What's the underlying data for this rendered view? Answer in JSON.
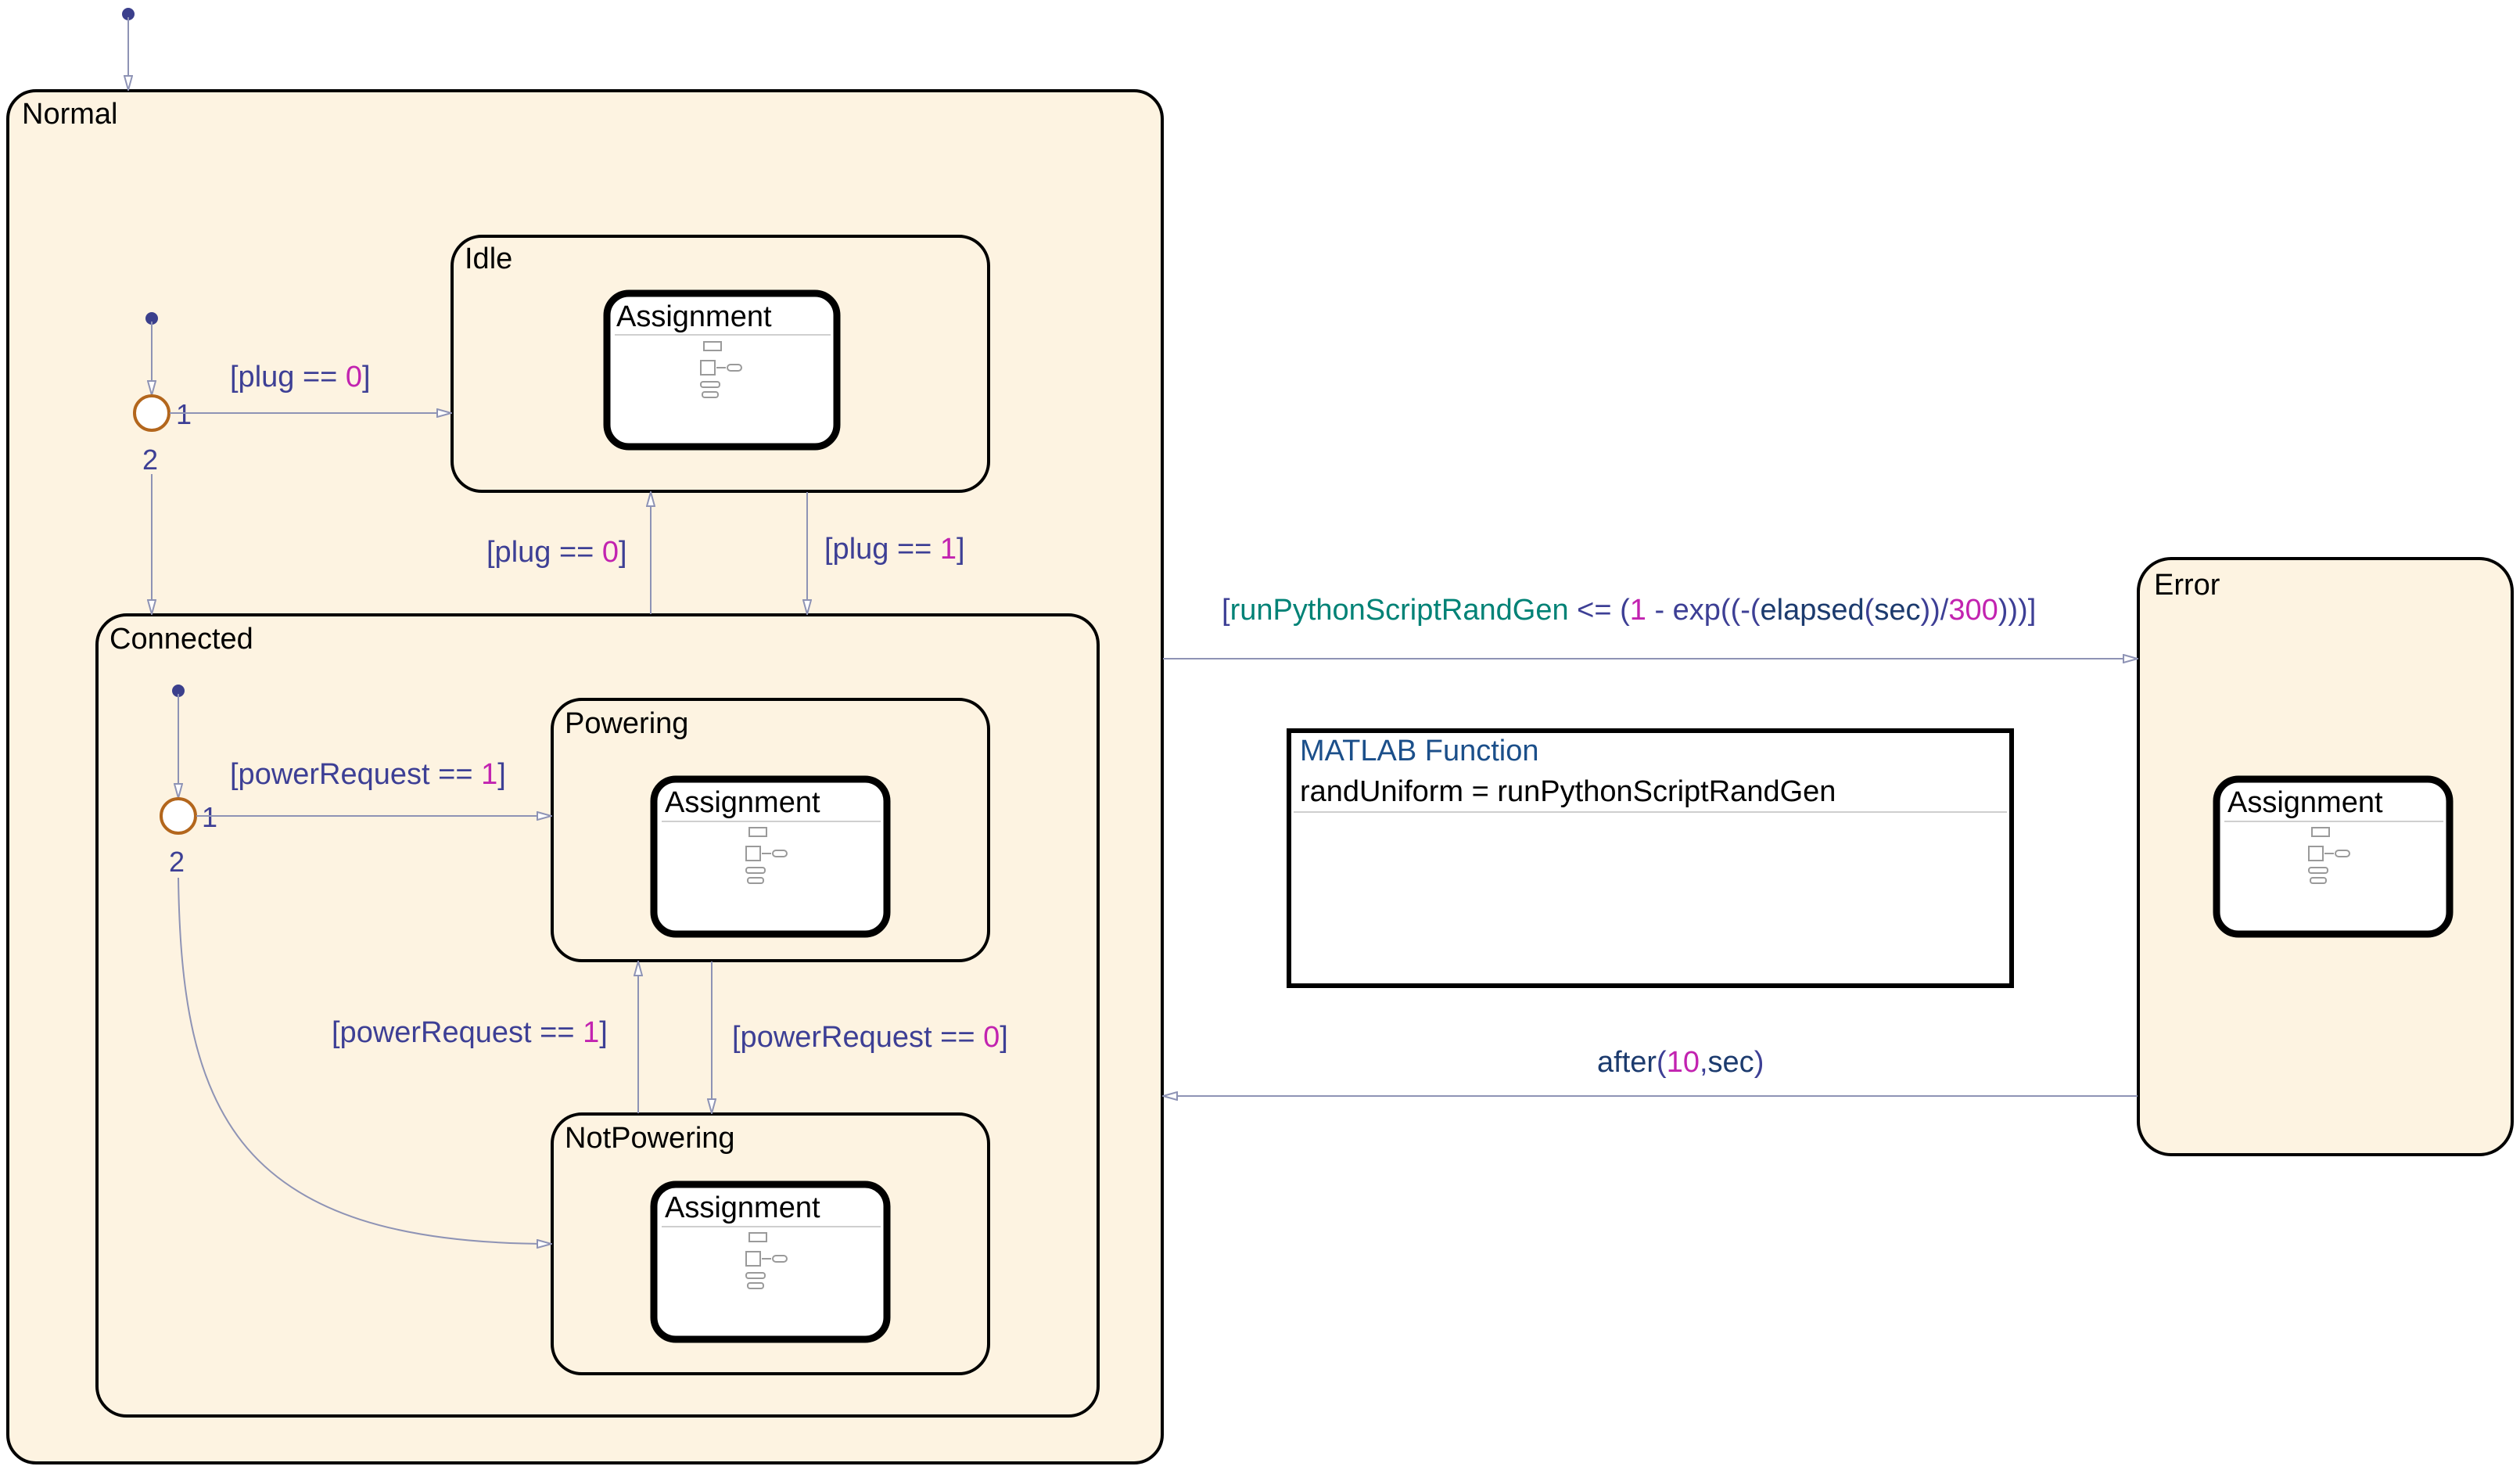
{
  "states": {
    "normal": "Normal",
    "idle": "Idle",
    "connected": "Connected",
    "powering": "Powering",
    "not_powering": "NotPowering",
    "error": "Error"
  },
  "subcharts": {
    "idle": "Assignment",
    "powering": "Assignment",
    "not_powering": "Assignment",
    "error": "Assignment"
  },
  "junction_labels": {
    "normal_branch_1": "1",
    "normal_branch_2": "2",
    "connected_branch_1": "1",
    "connected_branch_2": "2"
  },
  "transitions": {
    "normal_plug0": {
      "open": "[plug == ",
      "num": "0",
      "close": "]"
    },
    "idle_to_connected": {
      "open": "[plug == ",
      "num": "1",
      "close": "]"
    },
    "connected_to_idle": {
      "open": "[plug == ",
      "num": "0",
      "close": "]"
    },
    "connected_power1": {
      "open": "[powerRequest == ",
      "num": "1",
      "close": "]"
    },
    "notpowering_to_powering": {
      "open": "[powerRequest == ",
      "num": "1",
      "close": "]"
    },
    "powering_to_notpowering": {
      "open": "[powerRequest == ",
      "num": "0",
      "close": "]"
    },
    "normal_to_error": {
      "p1": "[",
      "func": "runPythonScriptRandGen",
      "p2": " <= (",
      "n1": "1",
      "p3": " - exp((-(",
      "elapsed": "elapsed",
      "p4": "(",
      "sec": "sec",
      "p5": "))/",
      "n2": "300",
      "p6": ")))]"
    },
    "error_to_normal": {
      "after": "after",
      "p1": "(",
      "num": "10",
      "p2": ",",
      "sec": "sec",
      "p3": ")"
    }
  },
  "matlab_function": {
    "title": "MATLAB Function",
    "signature": "randUniform = runPythonScriptRandGen"
  },
  "colors": {
    "state_fill": "#fdf3e1",
    "transition_label": "#3d3f95",
    "number": "#c223b0",
    "function_name": "#008276",
    "junction": "#b3661c",
    "edge": "#8e93b5"
  }
}
